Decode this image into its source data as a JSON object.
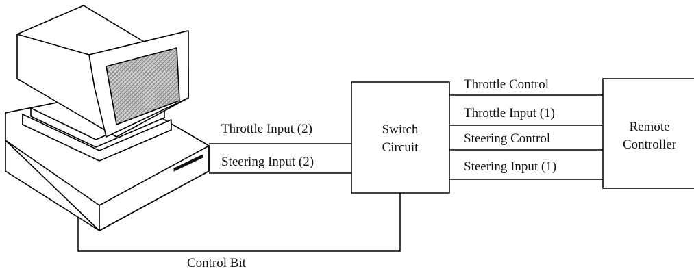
{
  "switch_box": {
    "line1": "Switch",
    "line2": "Circuit"
  },
  "remote_box": {
    "line1": "Remote",
    "line2": "Controller"
  },
  "left_wires": {
    "throttle": "Throttle Input (2)",
    "steering": "Steering Input (2)"
  },
  "right_wires": {
    "throttle_control": "Throttle Control",
    "throttle_input": "Throttle Input (1)",
    "steering_control": "Steering Control",
    "steering_input": "Steering Input (1)"
  },
  "control_bit": "Control Bit",
  "computer": {
    "icon": "computer-icon",
    "screen_pattern": "crosshatch"
  }
}
